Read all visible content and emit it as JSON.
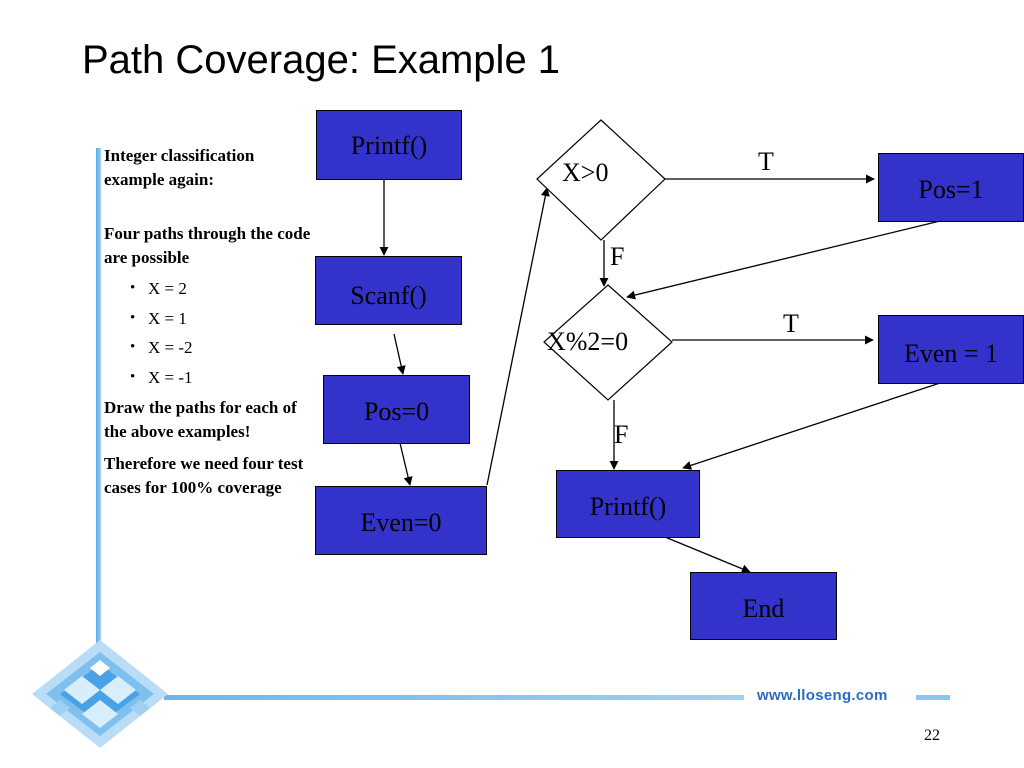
{
  "slide": {
    "title": "Path Coverage: Example 1",
    "footer_url": "www.lloseng.com",
    "page_number": "22"
  },
  "side_text": {
    "p1": "Integer classification example again:",
    "p2": "Four paths through the code are possible",
    "bullets": [
      "X = 2",
      "X = 1",
      "X = -2",
      "X = -1"
    ],
    "p3": "Draw the paths for each of the above examples!",
    "p4": "Therefore we need four test cases for 100% coverage"
  },
  "flowchart": {
    "box_color": "#3333cc",
    "nodes": {
      "printf1": "Printf()",
      "scanf": "Scanf()",
      "pos0": "Pos=0",
      "even0": "Even=0",
      "dec1": "X>0",
      "pos1": "Pos=1",
      "dec2": "X%2=0",
      "even1": "Even = 1",
      "printf2": "Printf()",
      "end": "End"
    },
    "edge_labels": {
      "dec1_true": "T",
      "dec1_false": "F",
      "dec2_true": "T",
      "dec2_false": "F"
    }
  }
}
